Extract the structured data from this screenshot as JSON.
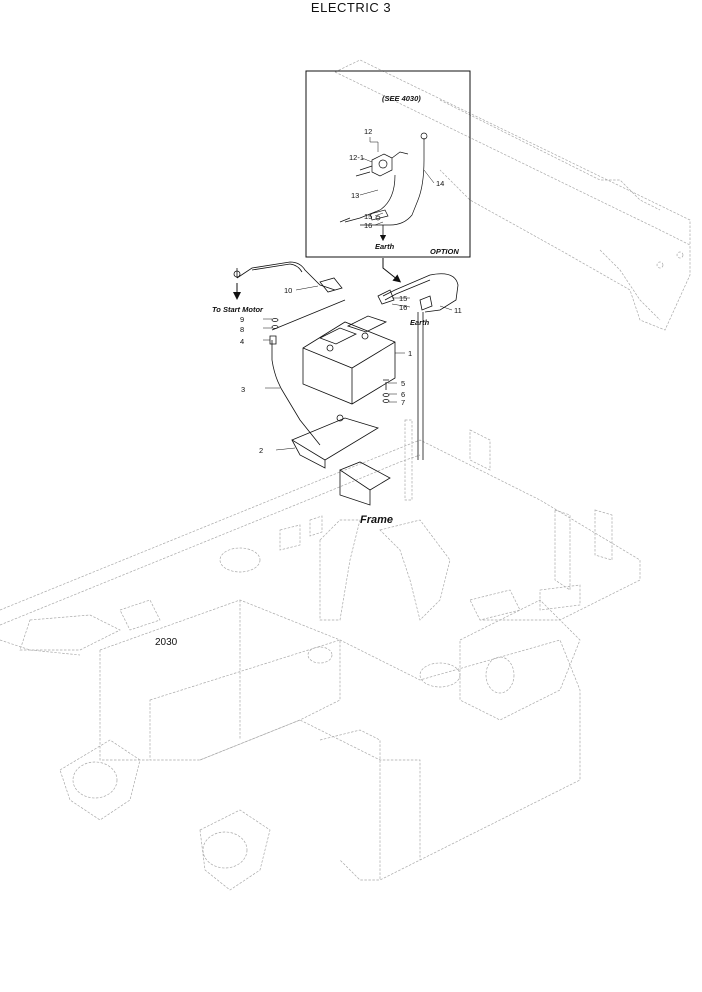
{
  "page": {
    "title": "ELECTRIC 3"
  },
  "option_box": {
    "see_ref": "(SEE  4030)",
    "option_label": "OPTION",
    "earth_label": "Earth",
    "parts": [
      "12",
      "12-1",
      "13",
      "14",
      "15",
      "16"
    ]
  },
  "main_assembly": {
    "to_start_motor": "To Start Motor",
    "earth_label": "Earth",
    "frame_label": "Frame",
    "ref_number": "2030",
    "parts": [
      "1",
      "2",
      "3",
      "4",
      "5",
      "6",
      "7",
      "8",
      "9",
      "10",
      "11",
      "15",
      "16"
    ]
  },
  "colors": {
    "line": "#111111",
    "faint": "#9a9a9a"
  }
}
